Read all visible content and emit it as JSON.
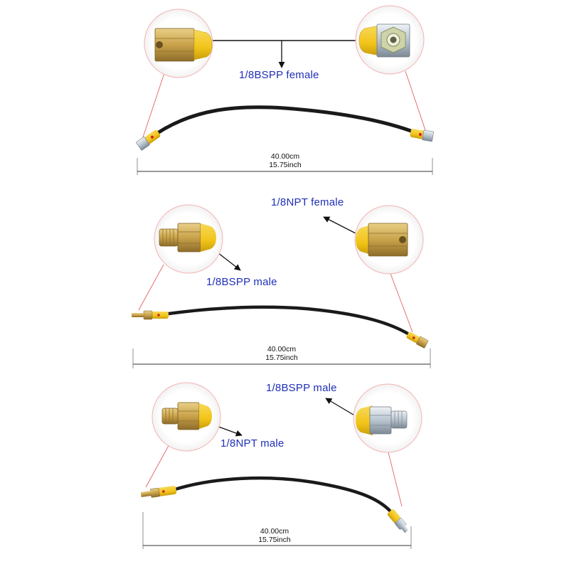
{
  "colors": {
    "label_text": "#1f2fb8",
    "hose": "#1a1a1a",
    "sleeve": "#f2c418",
    "brass": "#c9a24a",
    "steel": "#b8c4cf",
    "callout_circle": "#f4b3b3",
    "callout_line": "#e05050"
  },
  "assemblies": [
    {
      "fitting_label": "1/8BSPP female",
      "length_cm": "40.00cm",
      "length_inch": "15.75inch",
      "left_fitting": "female-nut",
      "right_fitting": "female-nut"
    },
    {
      "fitting_label_left": "1/8BSPP male",
      "fitting_label_right": "1/8NPT female",
      "length_cm": "40.00cm",
      "length_inch": "15.75inch",
      "left_fitting": "male-brass",
      "right_fitting": "female-nut"
    },
    {
      "fitting_label_left": "1/8NPT male",
      "fitting_label_right": "1/8BSPP male",
      "length_cm": "40.00cm",
      "length_inch": "15.75inch",
      "left_fitting": "male-brass",
      "right_fitting": "male-steel"
    }
  ]
}
